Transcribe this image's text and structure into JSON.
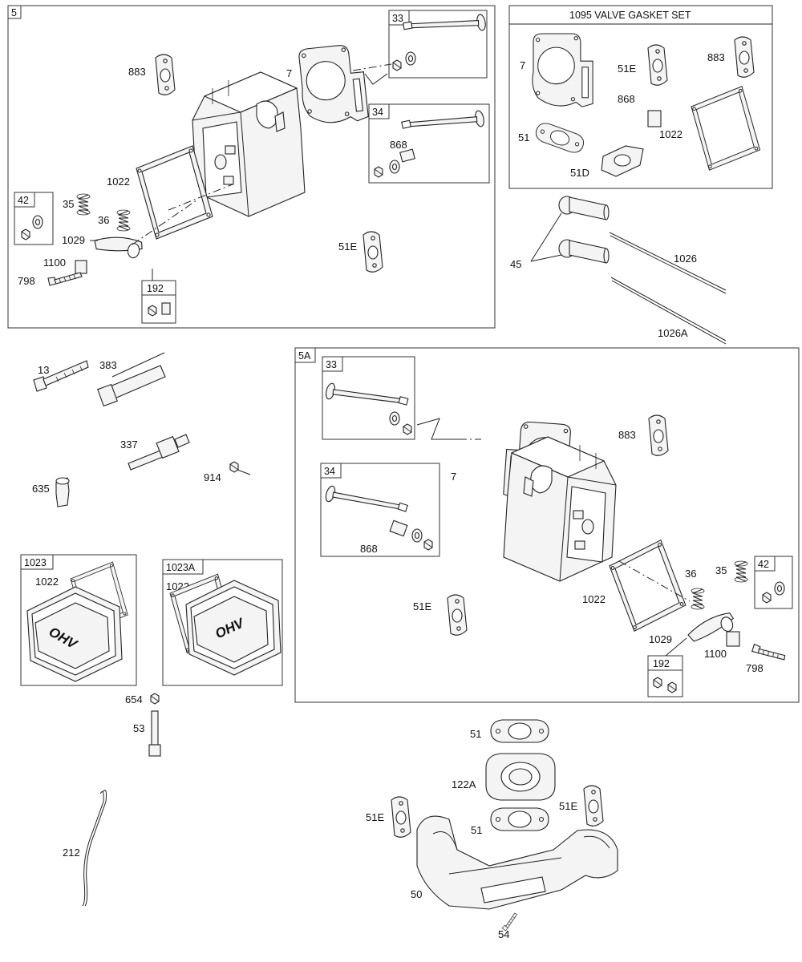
{
  "labels": {
    "l5": "5",
    "l33a": "33",
    "l34a": "34",
    "l42a": "42",
    "l192a": "192",
    "l7a": "7",
    "l883a": "883",
    "l868a": "868",
    "l1022a": "1022",
    "l35a": "35",
    "l36a": "36",
    "l1029a": "1029",
    "l1100a": "1100",
    "l798a": "798",
    "l51Ea": "51E",
    "lVGS": "1095 VALVE GASKET SET",
    "l7v": "7",
    "l51Ev": "51E",
    "l883v": "883",
    "l868v": "868",
    "l51v": "51",
    "l1022v": "1022",
    "l51Dv": "51D",
    "l45": "45",
    "l1026": "1026",
    "l1026A": "1026A",
    "l13": "13",
    "l383": "383",
    "l337": "337",
    "l914": "914",
    "l635": "635",
    "l1023": "1023",
    "l1022c": "1022",
    "l1023A": "1023A",
    "l1022d": "1022",
    "l654": "654",
    "l53": "53",
    "l212": "212",
    "l5A": "5A",
    "l33b": "33",
    "l34b": "34",
    "l7b": "7",
    "l883b": "883",
    "l868b": "868",
    "l51Eb": "51E",
    "l1022b": "1022",
    "l36b": "36",
    "l35b": "35",
    "l42b": "42",
    "l1029b": "1029",
    "l1100b": "1100",
    "l798b": "798",
    "l192b": "192",
    "l51m1": "51",
    "l122A": "122A",
    "l51Em1": "51E",
    "l51Em2": "51E",
    "l51m2": "51",
    "l50": "50",
    "l54": "54"
  },
  "emblem_text": "OHV"
}
